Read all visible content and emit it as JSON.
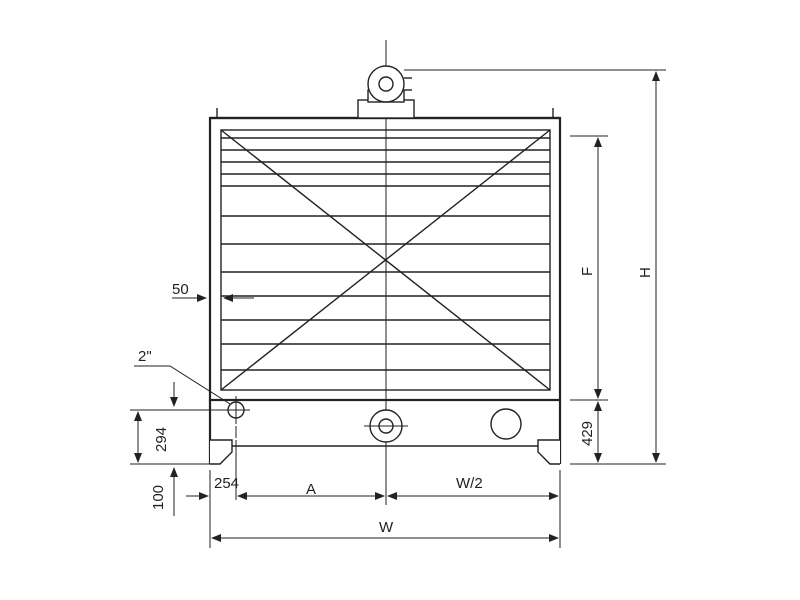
{
  "labels": {
    "dim_50": "50",
    "pipe_size": "2\"",
    "dim_294": "294",
    "dim_100": "100",
    "dim_254": "254",
    "dim_a": "A",
    "dim_half_w": "W/2",
    "dim_w": "W",
    "dim_f": "F",
    "dim_h": "H",
    "dim_429": "429"
  },
  "colors": {
    "line": "#222222",
    "background": "#ffffff"
  }
}
